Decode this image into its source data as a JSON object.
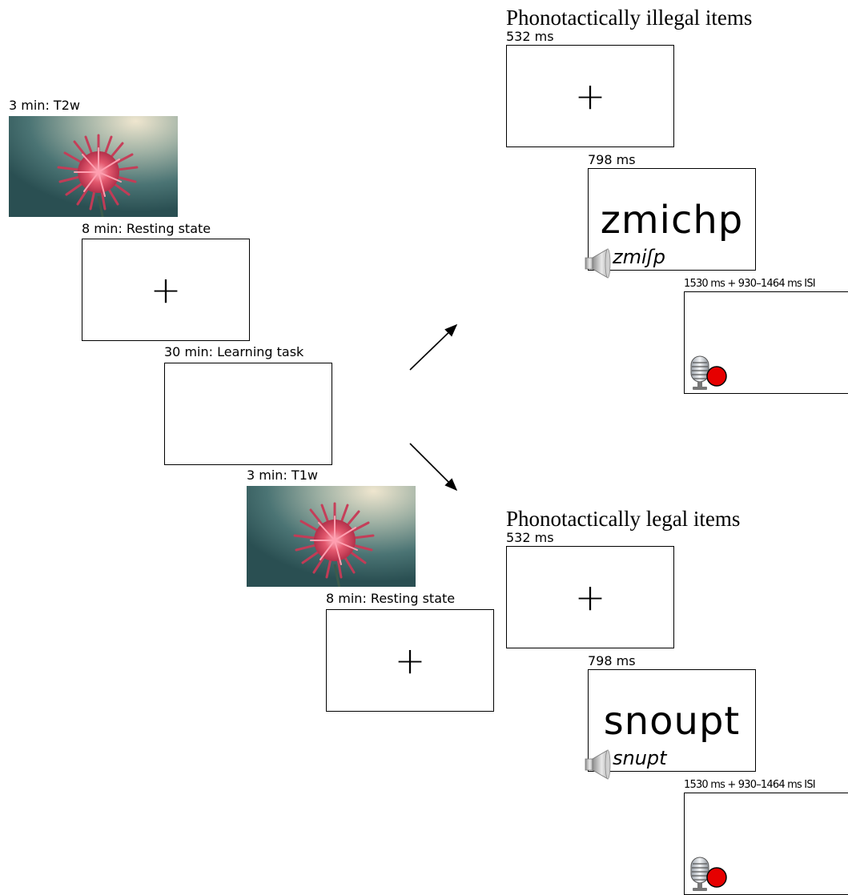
{
  "left_column": {
    "t2w_label": "3 min: T2w",
    "rest1_label": "8 min: Resting state",
    "learning_label": "30 min: Learning task",
    "t1w_label": "3 min: T1w",
    "rest2_label": "8 min: Resting state",
    "fixation_symbol": "+"
  },
  "illegal": {
    "heading": "Phonotactically illegal items",
    "fixation_duration": "532 ms",
    "fixation_symbol": "+",
    "word_duration": "798 ms",
    "word": "zmichp",
    "pronunciation": "zmiʃp",
    "response_duration": "1530 ms + 930–1464 ms ISI"
  },
  "legal": {
    "heading": "Phonotactically legal items",
    "fixation_duration": "532 ms",
    "fixation_symbol": "+",
    "word_duration": "798 ms",
    "word": "snoupt",
    "pronunciation": "snupt",
    "response_duration": "1530 ms + 930–1464 ms ISI"
  },
  "icons": {
    "photo": "flower-photo-icon",
    "audio": "speaker-icon",
    "record": "microphone-record-icon"
  },
  "colors": {
    "record_dot": "#e60000",
    "photo_bg": "#335b5c",
    "flower": "#d9485e"
  }
}
